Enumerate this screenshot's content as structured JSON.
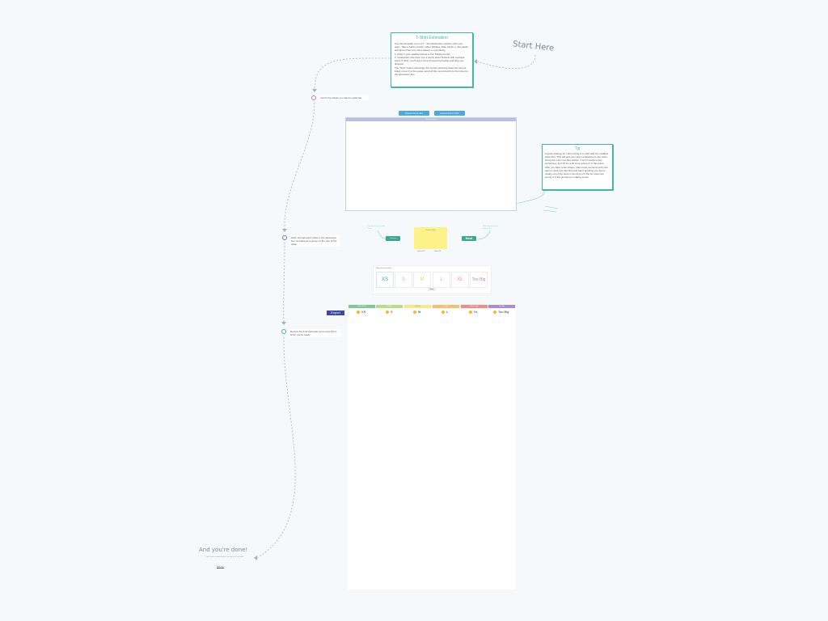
{
  "intro_card": {
    "title": "T-Shirt Estimation",
    "body": "Use this template to run a T - Shirt Estimation session with your team. Take a batch of work, either Stickies, Task Cards or Jira Cards, and group them into sizes based on complexity.",
    "steps": "1. Drag in your stacked tickets to the Tickets Funnel\n2. Collectively size them into a family sized buckets with example sizes (T-Shirt, you'll see it more through the bucket and help you discuss).",
    "note": "The \"Next\" button will assign the current planning ticket the size as listed, move it to the queue and pull the next ticket from the funnel to the discussion box."
  },
  "start_here": "Start Here",
  "step1": {
    "text": "Import the tickets you want to estimate"
  },
  "import_buttons": {
    "jira": "Import From Jira",
    "csv": "Import From CSV"
  },
  "funnel": {
    "label": "Tickets Funnel"
  },
  "tip_card": {
    "title": "Tip",
    "body": "A great strategy for t-shirt sizing is to start with the smallest ticket first. This will give your team a baseline to use when sizing the more complex tickets. T is if it needs to say something, as if it'll be a bit more going on in this piece.",
    "body2": "After you have a few tickets, take a few moments with your team to look over the bins and ask if anything you feel is clearly out of the sizes in the bins or if the bin sizes are wrong or if the grouping is making sense."
  },
  "step2": {
    "text": "Work through each ticket in the discussion box, deciding as a group on the size of the ticket."
  },
  "discussion": {
    "prev_label": "Previous",
    "next_label": "Next",
    "current_label": "Current Ticket",
    "hint_left": "Go back to the previous ticket",
    "hint_right": "Move the ticket to the chosen size",
    "counter_left": "Queue: 00",
    "counter_right": "Done: 00"
  },
  "size_picker": {
    "title": "Select the size below",
    "sizes": [
      "XS",
      "S",
      "M",
      "L",
      "XL",
      "Too Big"
    ],
    "confirm": "Done"
  },
  "step3": {
    "text": "Review the final estimates and export them when you're ready."
  },
  "export_label": "Export",
  "columns": [
    {
      "head": "Extra Small",
      "label": "XS",
      "color": "#7ecb8f"
    },
    {
      "head": "Small",
      "label": "S",
      "color": "#b8dd86"
    },
    {
      "head": "Medium",
      "label": "M",
      "color": "#f7e88a"
    },
    {
      "head": "Large",
      "label": "L",
      "color": "#f5c06c"
    },
    {
      "head": "Extra Large",
      "label": "XL",
      "color": "#f28b82"
    },
    {
      "head": "Too Big",
      "label": "Too Big",
      "color": "#a98bd4"
    }
  ],
  "done": {
    "title": "And you're done!",
    "sub": "If you want to expand further, start from the top again.",
    "link": "Start over"
  }
}
